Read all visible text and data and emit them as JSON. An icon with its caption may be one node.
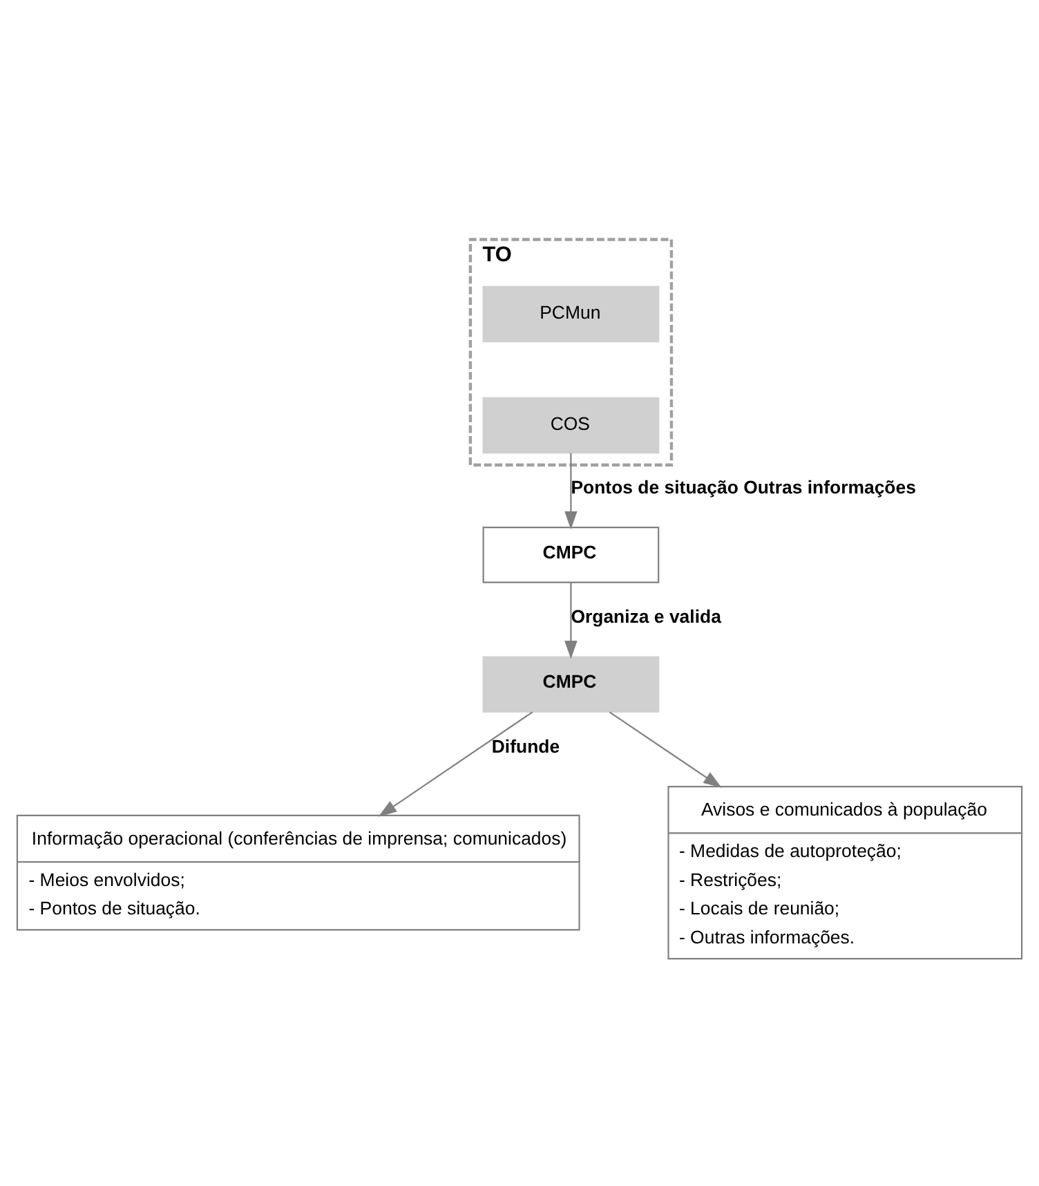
{
  "diagram": {
    "nodes": [
      {
        "text": [
          "TO"
        ]
      },
      {
        "text": [
          "PCMun"
        ],
        "in": 0
      },
      {
        "text": [
          "COS"
        ],
        "in": 0
      },
      {
        "text": [
          "CMPC"
        ]
      },
      {
        "text": [
          "CMPC"
        ]
      },
      {
        "text": [
          "Informação operacional (conferências de imprensa; comunicados)",
          "- Meios envolvidos;",
          "- Pontos de situação."
        ]
      },
      {
        "text": [
          "Avisos e comunicados à população",
          "- Medidas de autoproteção;",
          "- Restrições;",
          "- Locais de reunião;",
          "- Outras informações."
        ]
      }
    ],
    "edges": [
      {
        "from": 2,
        "to": 3,
        "arrow": "to",
        "label": "Pontos de situação Outras informações"
      },
      {
        "from": 3,
        "to": 4,
        "arrow": "to",
        "label": "Organiza e valida"
      },
      {
        "from": 4,
        "to": 5,
        "arrow": "to",
        "label": "Difunde"
      },
      {
        "from": 4,
        "to": 6,
        "arrow": "to"
      }
    ]
  }
}
